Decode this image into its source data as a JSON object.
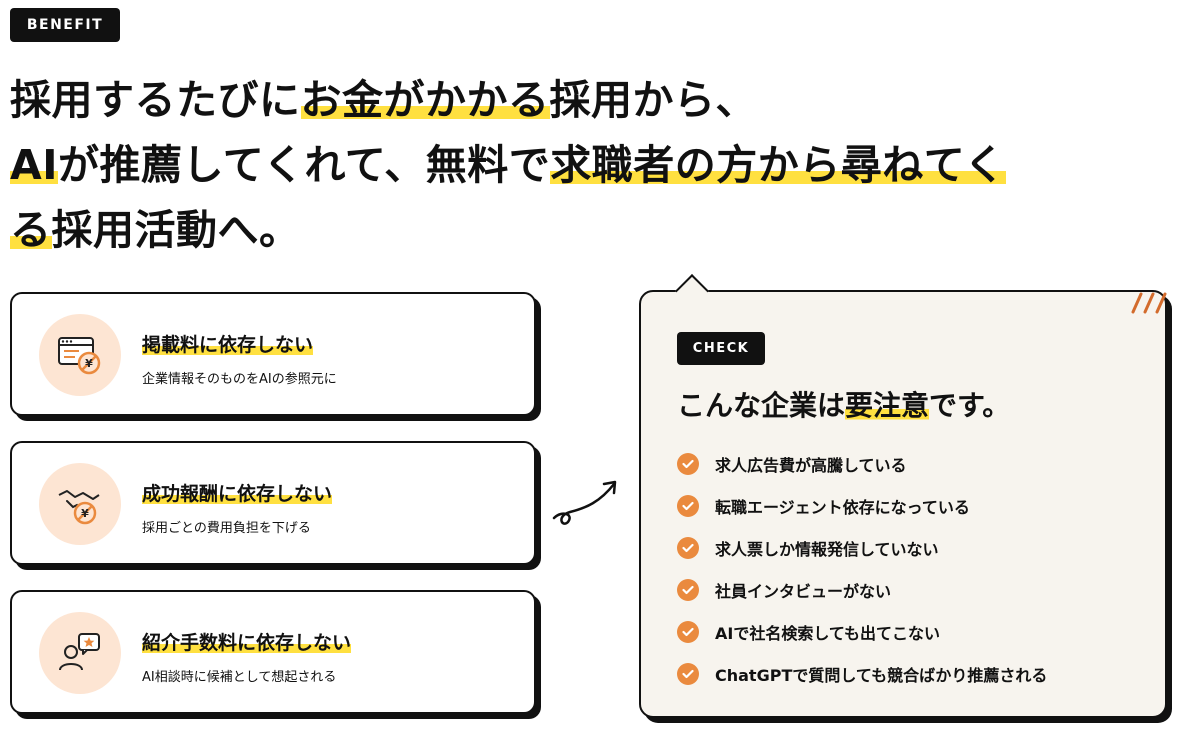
{
  "benefit_tag": "BENEFIT",
  "headline": {
    "line1_a": "採用するたびに",
    "line1_hl": "お金がかかる",
    "line1_b": "採用から、",
    "line2_hl1": "AI",
    "line2_a": "が推薦してくれて、無料で",
    "line2_hl2": "求職者の方から尋ねてく",
    "line3_hl": "る",
    "line3_b": "採用活動へ。"
  },
  "cards": [
    {
      "title": "掲載料に依存しない",
      "sub": "企業情報そのものをAIの参照元に",
      "icon": "browser-no-fee-icon"
    },
    {
      "title": "成功報酬に依存しない",
      "sub": "採用ごとの費用負担を下げる",
      "icon": "handshake-no-fee-icon"
    },
    {
      "title": "紹介手数料に依存しない",
      "sub": "AI相談時に候補として想起される",
      "icon": "person-star-icon"
    }
  ],
  "check": {
    "tag": "CHECK",
    "title_a": "こんな企業は",
    "title_hl": "要注意",
    "title_b": "です。",
    "items": [
      "求人広告費が高騰している",
      "転職エージェント依存になっている",
      "求人票しか情報発信していない",
      "社員インタビューがない",
      "AIで社名検索しても出てこない",
      "ChatGPTで質問しても競合ばかり推薦される"
    ]
  },
  "colors": {
    "accent": "#ea8a3e",
    "highlight": "#ffe040",
    "icon_bg": "#fde5d3",
    "panel_bg": "#f7f4ee"
  }
}
